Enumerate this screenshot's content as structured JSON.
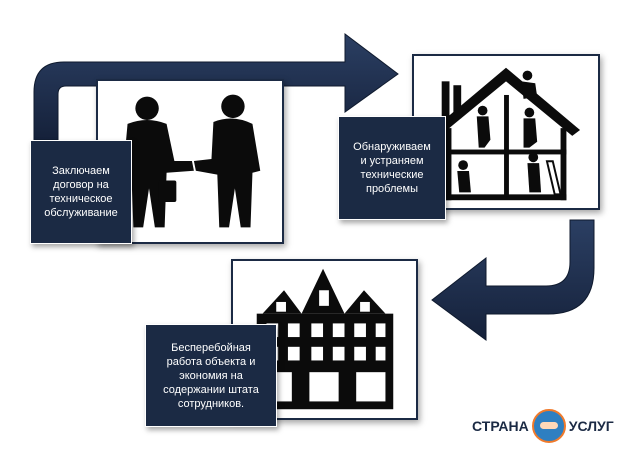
{
  "steps": [
    {
      "caption": "Заключаем\nдоговор на\nтехническое\nобслуживание",
      "icon": "handshake-icon"
    },
    {
      "caption": "Обнаруживаем\nи устраняем\nтехнические\nпроблемы",
      "icon": "house-workers-icon"
    },
    {
      "caption": "Бесперебойная\nработа объекта и\nэкономия на\nсодержании штата\nсотрудников.",
      "icon": "building-icon"
    }
  ],
  "watermark": {
    "left": "СТРАНА",
    "right": "УСЛУГ"
  },
  "colors": {
    "navy": "#1b2a44",
    "logo_blue": "#2e7fc1",
    "logo_orange": "#f07a2b"
  }
}
